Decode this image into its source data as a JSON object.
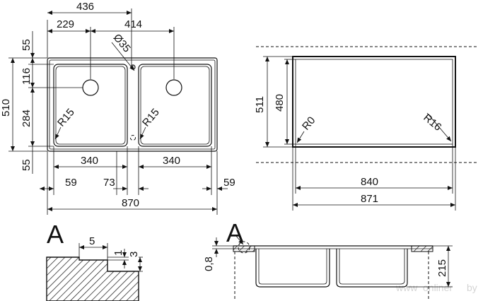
{
  "top_view": {
    "width_total": "870",
    "height_total": "510",
    "dim_436": "436",
    "dim_229": "229",
    "dim_414": "414",
    "drain_diameter": "Ø35",
    "dim_55_top": "55",
    "dim_116": "116",
    "dim_284": "284",
    "dim_55_bottom": "55",
    "radius_left": "R15",
    "radius_right": "R15",
    "bowl_left": "340",
    "bowl_right": "340",
    "gap_left": "59",
    "gap_middle": "73",
    "gap_right": "59"
  },
  "cutout_view": {
    "height_outer": "511",
    "height_inner": "480",
    "radius_left": "R0",
    "radius_right": "R16",
    "width_inner": "840",
    "width_outer": "871"
  },
  "detail_a": {
    "label": "A",
    "dim_5": "5",
    "dim_1": "1",
    "dim_3": "3"
  },
  "section_view": {
    "label": "A",
    "thickness": "0,8",
    "depth": "215"
  },
  "watermarks": [
    "www",
    "onliner",
    "by"
  ]
}
